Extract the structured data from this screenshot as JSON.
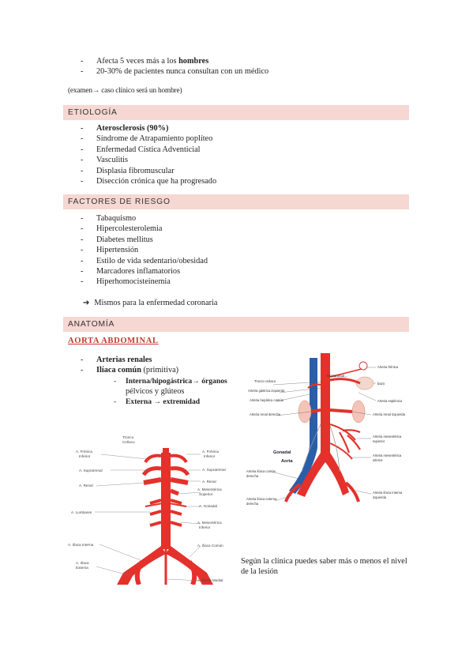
{
  "intro_list": [
    {
      "pre": "Afecta 5 veces más a los ",
      "bold": "hombres"
    },
    {
      "pre": "20-30% de pacientes nunca consultan con un médico",
      "bold": ""
    }
  ],
  "exam_note": "(examen→ caso clínico será un hombre)",
  "sections": {
    "etiologia": "ETIOLOGÍA",
    "factores": "FACTORES DE RIESGO",
    "anatomia": "ANATOMÍA"
  },
  "etiologia_items": [
    "Aterosclerosis (90%)",
    "Síndrome de Atrapamiento poplíteo",
    "Enfermedad Cística Adventicial",
    "Vasculitis",
    "Displasia fibromuscular",
    "Disección crónica que ha progresado"
  ],
  "factores_items": [
    "Tabaquismo",
    "Hipercolesterolemia",
    "Diabetes mellitus",
    "Hipertensión",
    "Estilo de vida sedentario/obesidad",
    "Marcadores inflamatorios",
    "Hiperhomocisteinemia"
  ],
  "arrow_note": "Mismos para la enfermedad coronaria",
  "aorta_title": "AORTA ABDOMINAL",
  "aorta_list": {
    "renales": "Arterias renales",
    "iliaca_bold": "Ilíaca común",
    "iliaca_rest": " (primitiva)",
    "interna": "Interna/hipogástrica→ órganos",
    "interna_cont": "pélvicos y glúteos",
    "externa": "Externa → extremidad"
  },
  "figure_left_labels": {
    "tronco": "Tronco",
    "celiaco": "Celíaco",
    "frenica_inf_l1": "A. Frénica",
    "frenica_inf_l2": "Inferior",
    "suprarrenal_l": "A. Suprarrenal",
    "renal_l": "A. Renal",
    "lumbares": "A. Lumbares",
    "iliaca_int": "A. Ilíaca Interna",
    "iliaca_ext_l1": "A. Ilíaca",
    "iliaca_ext_l2": "Externa",
    "frenica_r1": "A. Frénica",
    "frenica_r2": "Inferior",
    "suprarrenal_r": "A. Suprarrenal",
    "renal_r": "A. Renal",
    "mes_sup_l1": "A. Mesentérica",
    "mes_sup_l2": "Superior",
    "gonadal": "A. Gonadal",
    "mes_inf_l1": "A. Mesentérica",
    "mes_inf_l2": "Inferior",
    "iliaca_comun": "A. Ilíaca Común",
    "sacra": "A. Sacra Medial"
  },
  "figure_right_labels": {
    "tronco": "Tronco celiaco",
    "gastrica": "Arteria gástrica izquierda",
    "hepatica": "Arteria hepática común",
    "renal_der": "Arteria renal derecha",
    "suprarrenal": "Suprarrenal",
    "frenica": "Arteria frénica",
    "bazo": "bazo",
    "esplenica": "Arteria esplénica",
    "renal_izq": "Arteria renal izquierda",
    "gonadal": "Gonadal",
    "aorta": "Aorta",
    "mes_sup_l1": "Arteria mesentérica",
    "mes_sup_l2": "superior",
    "mes_inf_l1": "Arteria mesentérica",
    "mes_inf_l2": "inferior",
    "iliaca_comun_l1": "Arteria ilíaca común",
    "iliaca_comun_l2": "derecha",
    "iliaca_ext_l1": "Arteria ilíaca externa",
    "iliaca_ext_l2": "derecha",
    "iliaca_int_l1": "Arteria ilíaca interna",
    "iliaca_int_l2": "izquierda"
  },
  "caption": [
    "Según la clínica puedes saber más o menos el nivel",
    "de la lesión"
  ],
  "colors": {
    "section_bar": "#f6d7d2",
    "section_title_red": "#c0392b",
    "artery": "#e4312b",
    "vein": "#2a5ea8"
  }
}
